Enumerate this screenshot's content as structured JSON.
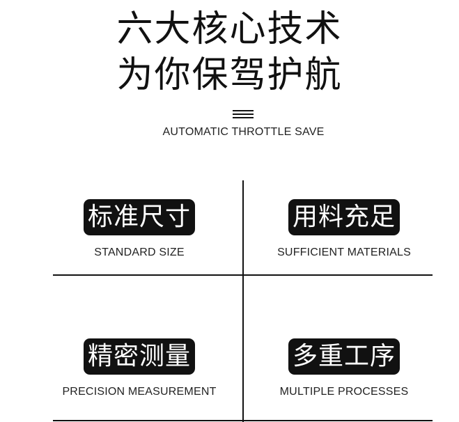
{
  "header": {
    "title_line_1": "六大核心技术",
    "title_line_2": "为你保驾护航",
    "divider_icon": "menu-lines-icon",
    "subtitle": "AUTOMATIC THROTTLE SAVE"
  },
  "features": [
    {
      "badge": "标准尺寸",
      "caption": "STANDARD SIZE"
    },
    {
      "badge": "用料充足",
      "caption": "SUFFICIENT MATERIALS"
    },
    {
      "badge": "精密测量",
      "caption": "PRECISION MEASUREMENT"
    },
    {
      "badge": "多重工序",
      "caption": "MULTIPLE PROCESSES"
    }
  ],
  "colors": {
    "text": "#111111",
    "badge_bg": "#111111",
    "badge_text": "#ffffff",
    "background": "#ffffff"
  }
}
